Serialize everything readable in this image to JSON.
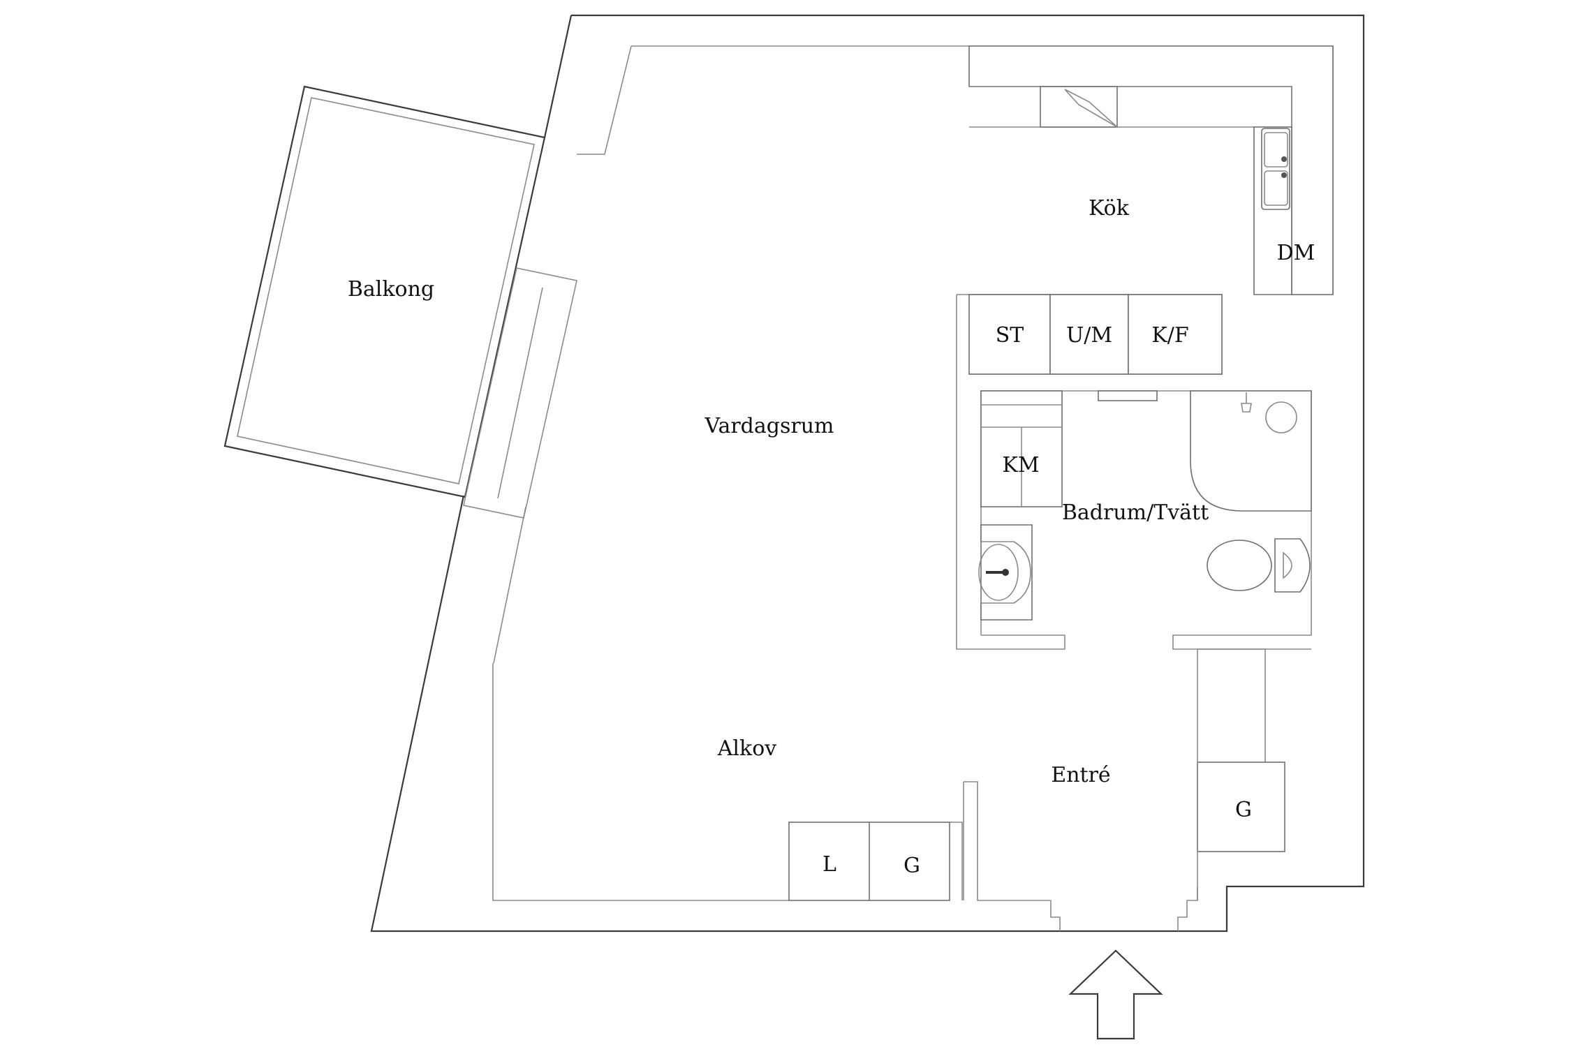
{
  "rooms": {
    "balkong": "Balkong",
    "kok": "Kök",
    "vardagsrum": "Vardagsrum",
    "badrum": "Badrum/Tvätt",
    "alkov": "Alkov",
    "entre": "Entré"
  },
  "fixtures": {
    "dm": "DM",
    "st": "ST",
    "um": "U/M",
    "kf": "K/F",
    "km": "KM",
    "l": "L",
    "g_alkov": "G",
    "g_entre": "G"
  }
}
